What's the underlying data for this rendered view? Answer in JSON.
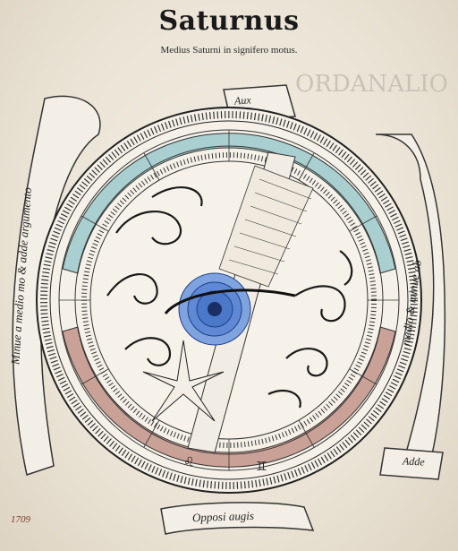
{
  "page": {
    "title": "Saturnus",
    "subtitle": "Medius Saturni in signifero motus."
  },
  "banners": {
    "top": "Aux",
    "left": "Minue a medio mo & adde argumento",
    "right": "medio & minue ab",
    "bottom_right": "Adde",
    "bottom": "Opposi augis"
  },
  "margin_notes": {
    "bottom_left": "1709"
  },
  "colors": {
    "paper": "#ece6da",
    "ink": "#1a1a1a",
    "blue_band": "#a9cfd0",
    "red_band": "#caa196",
    "center_blue": "#4b78c8"
  }
}
